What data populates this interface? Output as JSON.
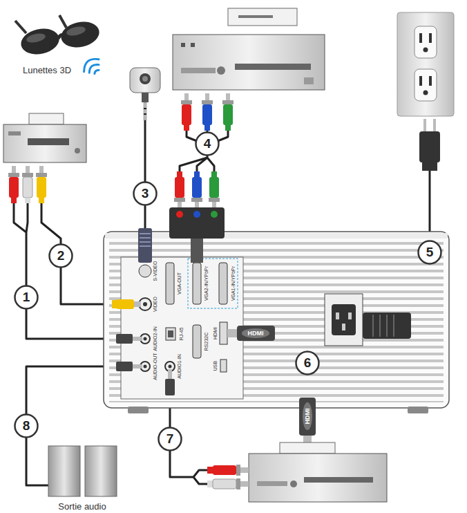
{
  "diagram": {
    "nodes": [
      {
        "text": [
          "1"
        ]
      },
      {
        "text": [
          "2"
        ]
      },
      {
        "text": [
          "3"
        ]
      },
      {
        "text": [
          "4"
        ]
      },
      {
        "text": [
          "5"
        ]
      },
      {
        "text": [
          "6"
        ]
      },
      {
        "text": [
          "7"
        ]
      },
      {
        "text": [
          "8"
        ]
      }
    ],
    "labels": [
      "Lunettes 3D",
      "Sortie audio",
      "S-VIDEO",
      "VIDEO",
      "AUDIO2-IN",
      "AUDIO-OUT",
      "VGA-OUT",
      "RJ-45",
      "AUDIO1-IN",
      "VGA2-IN/YPbPr",
      "VGA1-IN/YPbPr",
      "RS232C",
      "HDMI",
      "USB",
      "HDMI",
      "HDMI"
    ]
  }
}
